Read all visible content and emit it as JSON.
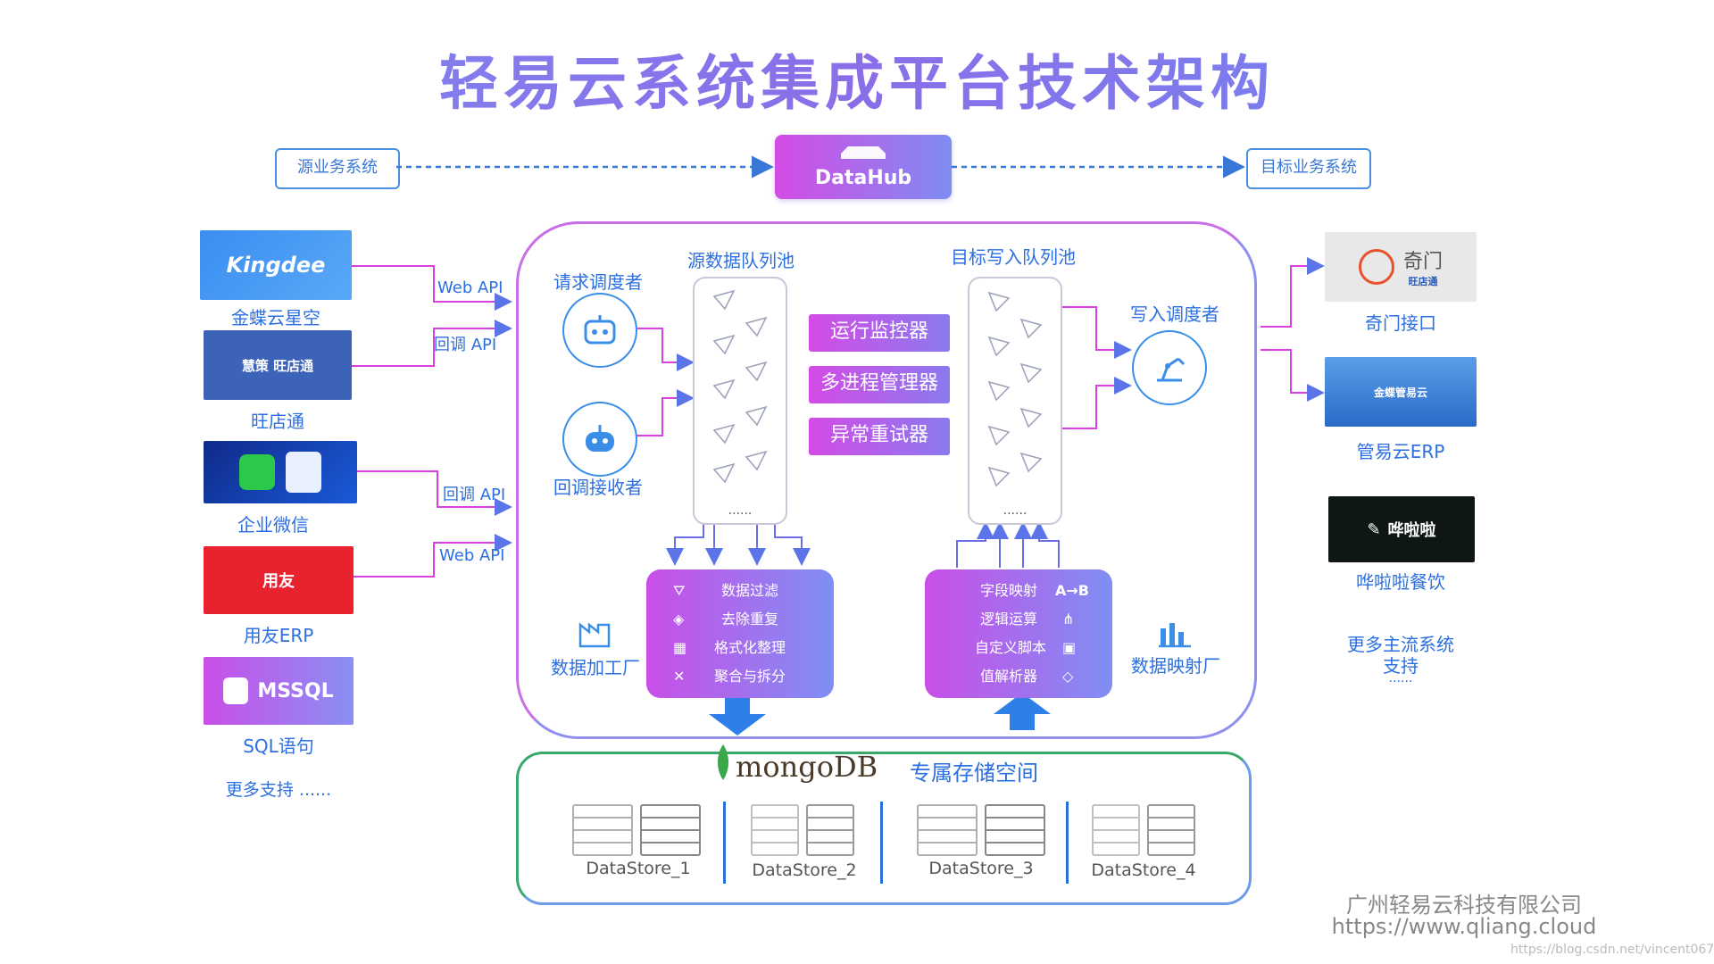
{
  "title": "轻易云系统集成平台技术架构",
  "top_flow": {
    "source_label": "源业务系统",
    "hub_label": "DataHub",
    "target_label": "目标业务系统"
  },
  "left_sources": [
    {
      "logo_text": "Kingdee",
      "caption": "金蝶云星空"
    },
    {
      "logo_text": "慧策 旺店通",
      "caption": "旺店通"
    },
    {
      "logo_text": "",
      "caption": "企业微信"
    },
    {
      "logo_text": "用友",
      "caption": "用友ERP"
    },
    {
      "logo_text": "MSSQL",
      "caption": "SQL语句"
    }
  ],
  "left_more": "更多支持 ......",
  "api_labels": [
    "Web API",
    "回调 API",
    "回调 API",
    "Web API"
  ],
  "core": {
    "request_scheduler": "请求调度者",
    "callback_receiver": "回调接收者",
    "source_queue": "源数据队列池",
    "target_queue": "目标写入队列池",
    "write_scheduler": "写入调度者",
    "managers": [
      "运行监控器",
      "多进程管理器",
      "异常重试器"
    ],
    "queue_dots": "......",
    "factory_label": "数据加工厂",
    "mapping_label": "数据映射厂",
    "factory_items": [
      "数据过滤",
      "去除重复",
      "格式化整理",
      "聚合与拆分"
    ],
    "mapping_items": [
      {
        "label": "字段映射",
        "icon": "A→B"
      },
      {
        "label": "逻辑运算",
        "icon": ""
      },
      {
        "label": "自定义脚本",
        "icon": ""
      },
      {
        "label": "值解析器",
        "icon": ""
      }
    ]
  },
  "storage": {
    "db_name": "mongoDB",
    "title": "专属存储空间",
    "stores": [
      "DataStore_1",
      "DataStore_2",
      "DataStore_3",
      "DataStore_4"
    ]
  },
  "right_targets": [
    {
      "logo_text": "奇门",
      "logo_sub": "旺店通",
      "caption": "奇门接口"
    },
    {
      "logo_text": "金蝶管易云",
      "caption": "管易云ERP"
    },
    {
      "logo_text": "哗啦啦",
      "caption": "哗啦啦餐饮"
    }
  ],
  "right_more": [
    "更多主流系统",
    "支持",
    "......"
  ],
  "company": "广州轻易云科技有限公司",
  "website": "https://www.qliang.cloud",
  "watermark": "https://blog.csdn.net/vincent067",
  "colors": {
    "accent_blue": "#2b6fe0",
    "gradient_pink": "#d44be6",
    "gradient_purple": "#7e8cf2",
    "arrow_pink": "#d63fe0"
  }
}
